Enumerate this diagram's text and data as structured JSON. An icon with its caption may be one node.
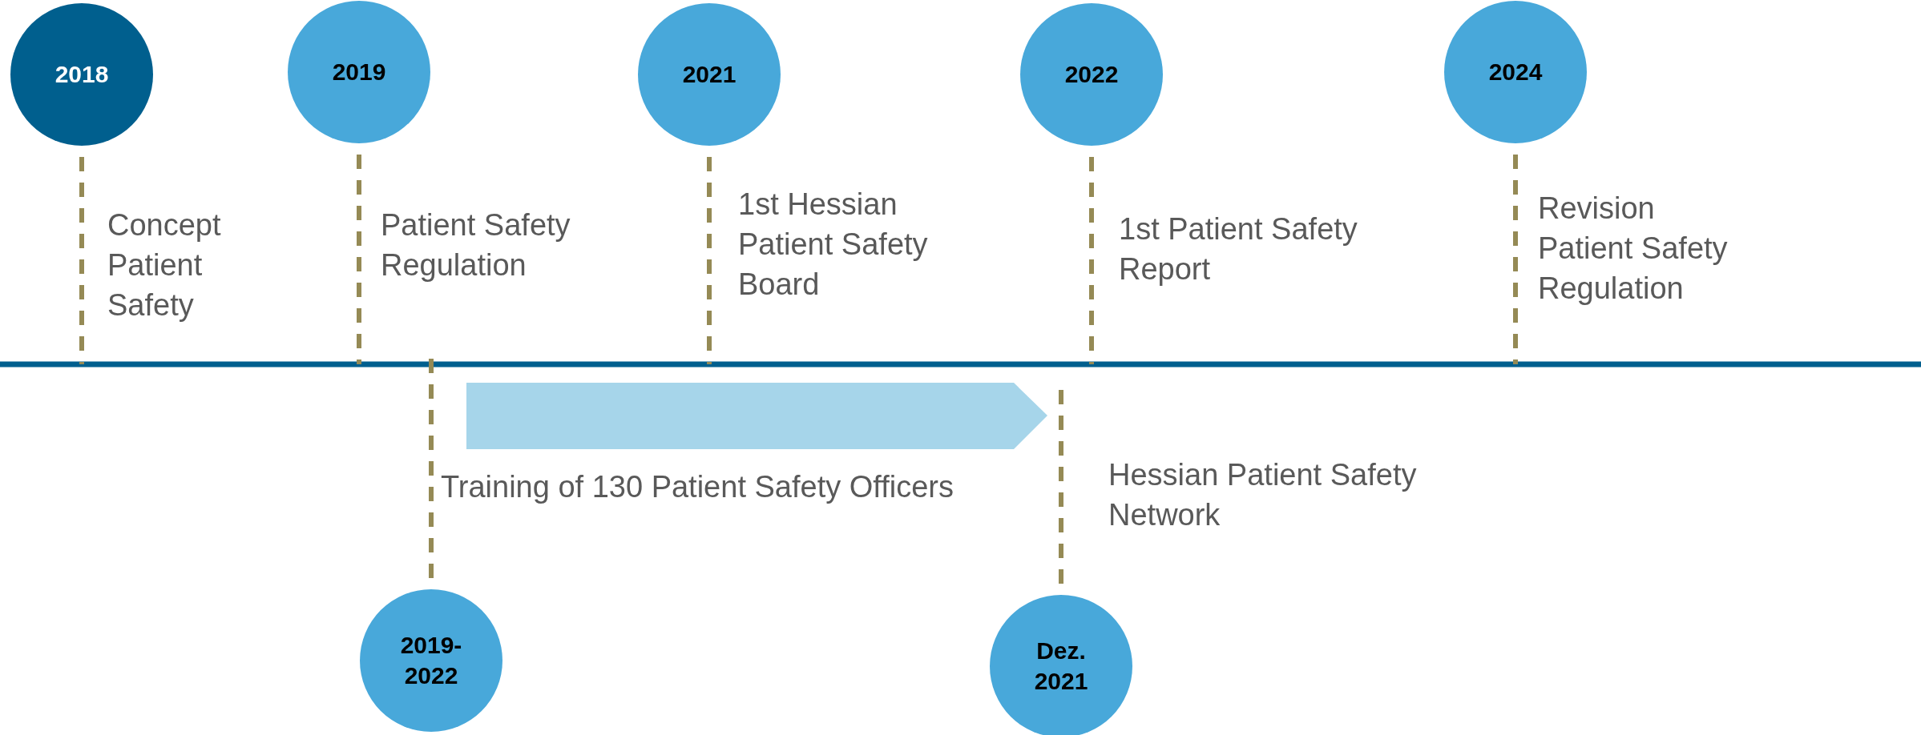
{
  "diagram": {
    "nodes": [
      {
        "text": [
          "2018"
        ],
        "beside": [
          "Concept Patient Safety"
        ]
      },
      {
        "text": [
          "2019"
        ],
        "beside": [
          "Patient Safety Regulation"
        ]
      },
      {
        "text": [
          "2021"
        ],
        "beside": [
          "1st Hessian Patient Safety Board"
        ]
      },
      {
        "text": [
          "2022"
        ],
        "beside": [
          "1st Patient Safety Report"
        ]
      },
      {
        "text": [
          "2024"
        ],
        "beside": [
          "Revision Patient Safety Regulation"
        ]
      },
      {
        "text": [
          "2019- 2022"
        ],
        "beside": [
          "Training of 130 Patient Safety Officers"
        ]
      },
      {
        "text": [
          "Dez. 2021"
        ],
        "beside": [
          "Hessian Patient Safety Network"
        ]
      }
    ],
    "edges": [
      {
        "from": 0,
        "to": null,
        "arrow": "none",
        "style": "dashed"
      },
      {
        "from": 1,
        "to": null,
        "arrow": "none",
        "style": "dashed"
      },
      {
        "from": 2,
        "to": null,
        "arrow": "none",
        "style": "dashed"
      },
      {
        "from": 3,
        "to": null,
        "arrow": "none",
        "style": "dashed"
      },
      {
        "from": 4,
        "to": null,
        "arrow": "none",
        "style": "dashed"
      },
      {
        "from": 5,
        "to": null,
        "arrow": "none",
        "style": "dashed"
      },
      {
        "from": 6,
        "to": null,
        "arrow": "none",
        "style": "dashed"
      }
    ]
  }
}
